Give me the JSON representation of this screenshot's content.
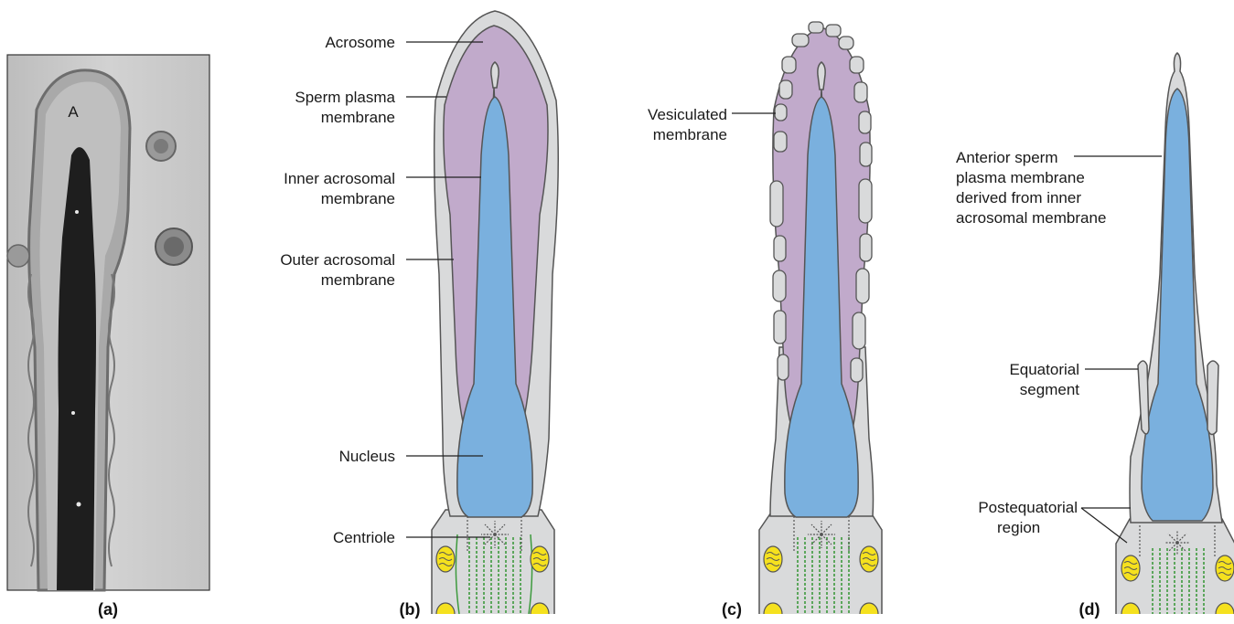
{
  "panels": {
    "a": {
      "label": "(a)",
      "photo_text": "A"
    },
    "b": {
      "label": "(b)",
      "labels": {
        "acrosome": "Acrosome",
        "sperm_plasma_membrane_1": "Sperm plasma",
        "sperm_plasma_membrane_2": "membrane",
        "inner_acrosomal_1": "Inner acrosomal",
        "inner_acrosomal_2": "membrane",
        "outer_acrosomal_1": "Outer acrosomal",
        "outer_acrosomal_2": "membrane",
        "nucleus": "Nucleus",
        "centriole": "Centriole"
      }
    },
    "c": {
      "label": "(c)",
      "labels": {
        "vesiculated_1": "Vesiculated",
        "vesiculated_2": "membrane"
      }
    },
    "d": {
      "label": "(d)",
      "labels": {
        "anterior_1": "Anterior sperm",
        "anterior_2": "plasma membrane",
        "anterior_3": "derived from inner",
        "anterior_4": "acrosomal membrane",
        "equatorial_1": "Equatorial",
        "equatorial_2": "segment",
        "postequatorial_1": "Postequatorial",
        "postequatorial_2": "region"
      }
    }
  },
  "colors": {
    "membrane_gray": "#d9dadb",
    "acrosome_purple": "#c1aacb",
    "nucleus_blue": "#7ab0de",
    "mitochondria_yellow": "#f5e11e",
    "microtubule_green": "#3d9a3d",
    "outline": "#555555"
  }
}
